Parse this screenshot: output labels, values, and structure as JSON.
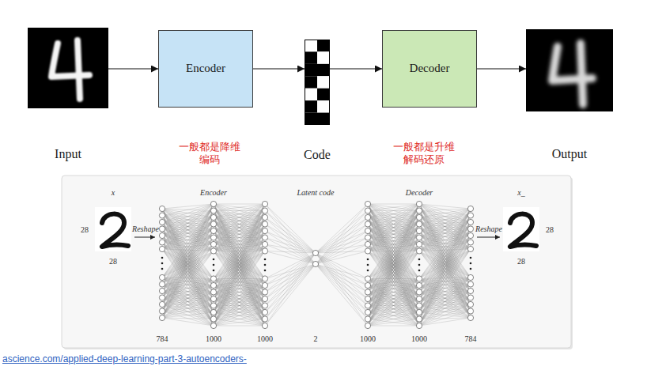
{
  "diagram": {
    "nodes": [
      {
        "text": [
          "Input"
        ]
      },
      {
        "text": [
          "Encoder"
        ]
      },
      {
        "text": [
          "Code"
        ]
      },
      {
        "text": [
          "Decoder"
        ]
      },
      {
        "text": [
          "Output"
        ]
      }
    ],
    "edges": [
      {
        "from": 0,
        "to": 1,
        "arrow": "to"
      },
      {
        "from": 1,
        "to": 2,
        "arrow": "to"
      },
      {
        "from": 2,
        "to": 3,
        "arrow": "to"
      },
      {
        "from": 3,
        "to": 4,
        "arrow": "to"
      }
    ],
    "labels": [
      "一般都是降维 编码",
      "一般都是升维 解码还原",
      "x",
      "28",
      "28",
      "Reshape",
      "Encoder",
      "Latent code",
      "Decoder",
      "Reshape",
      "x_",
      "28",
      "28",
      "784",
      "1000",
      "1000",
      "2",
      "1000",
      "1000",
      "784",
      "ascience.com/applied-deep-learning-part-3-autoencoders-"
    ]
  }
}
